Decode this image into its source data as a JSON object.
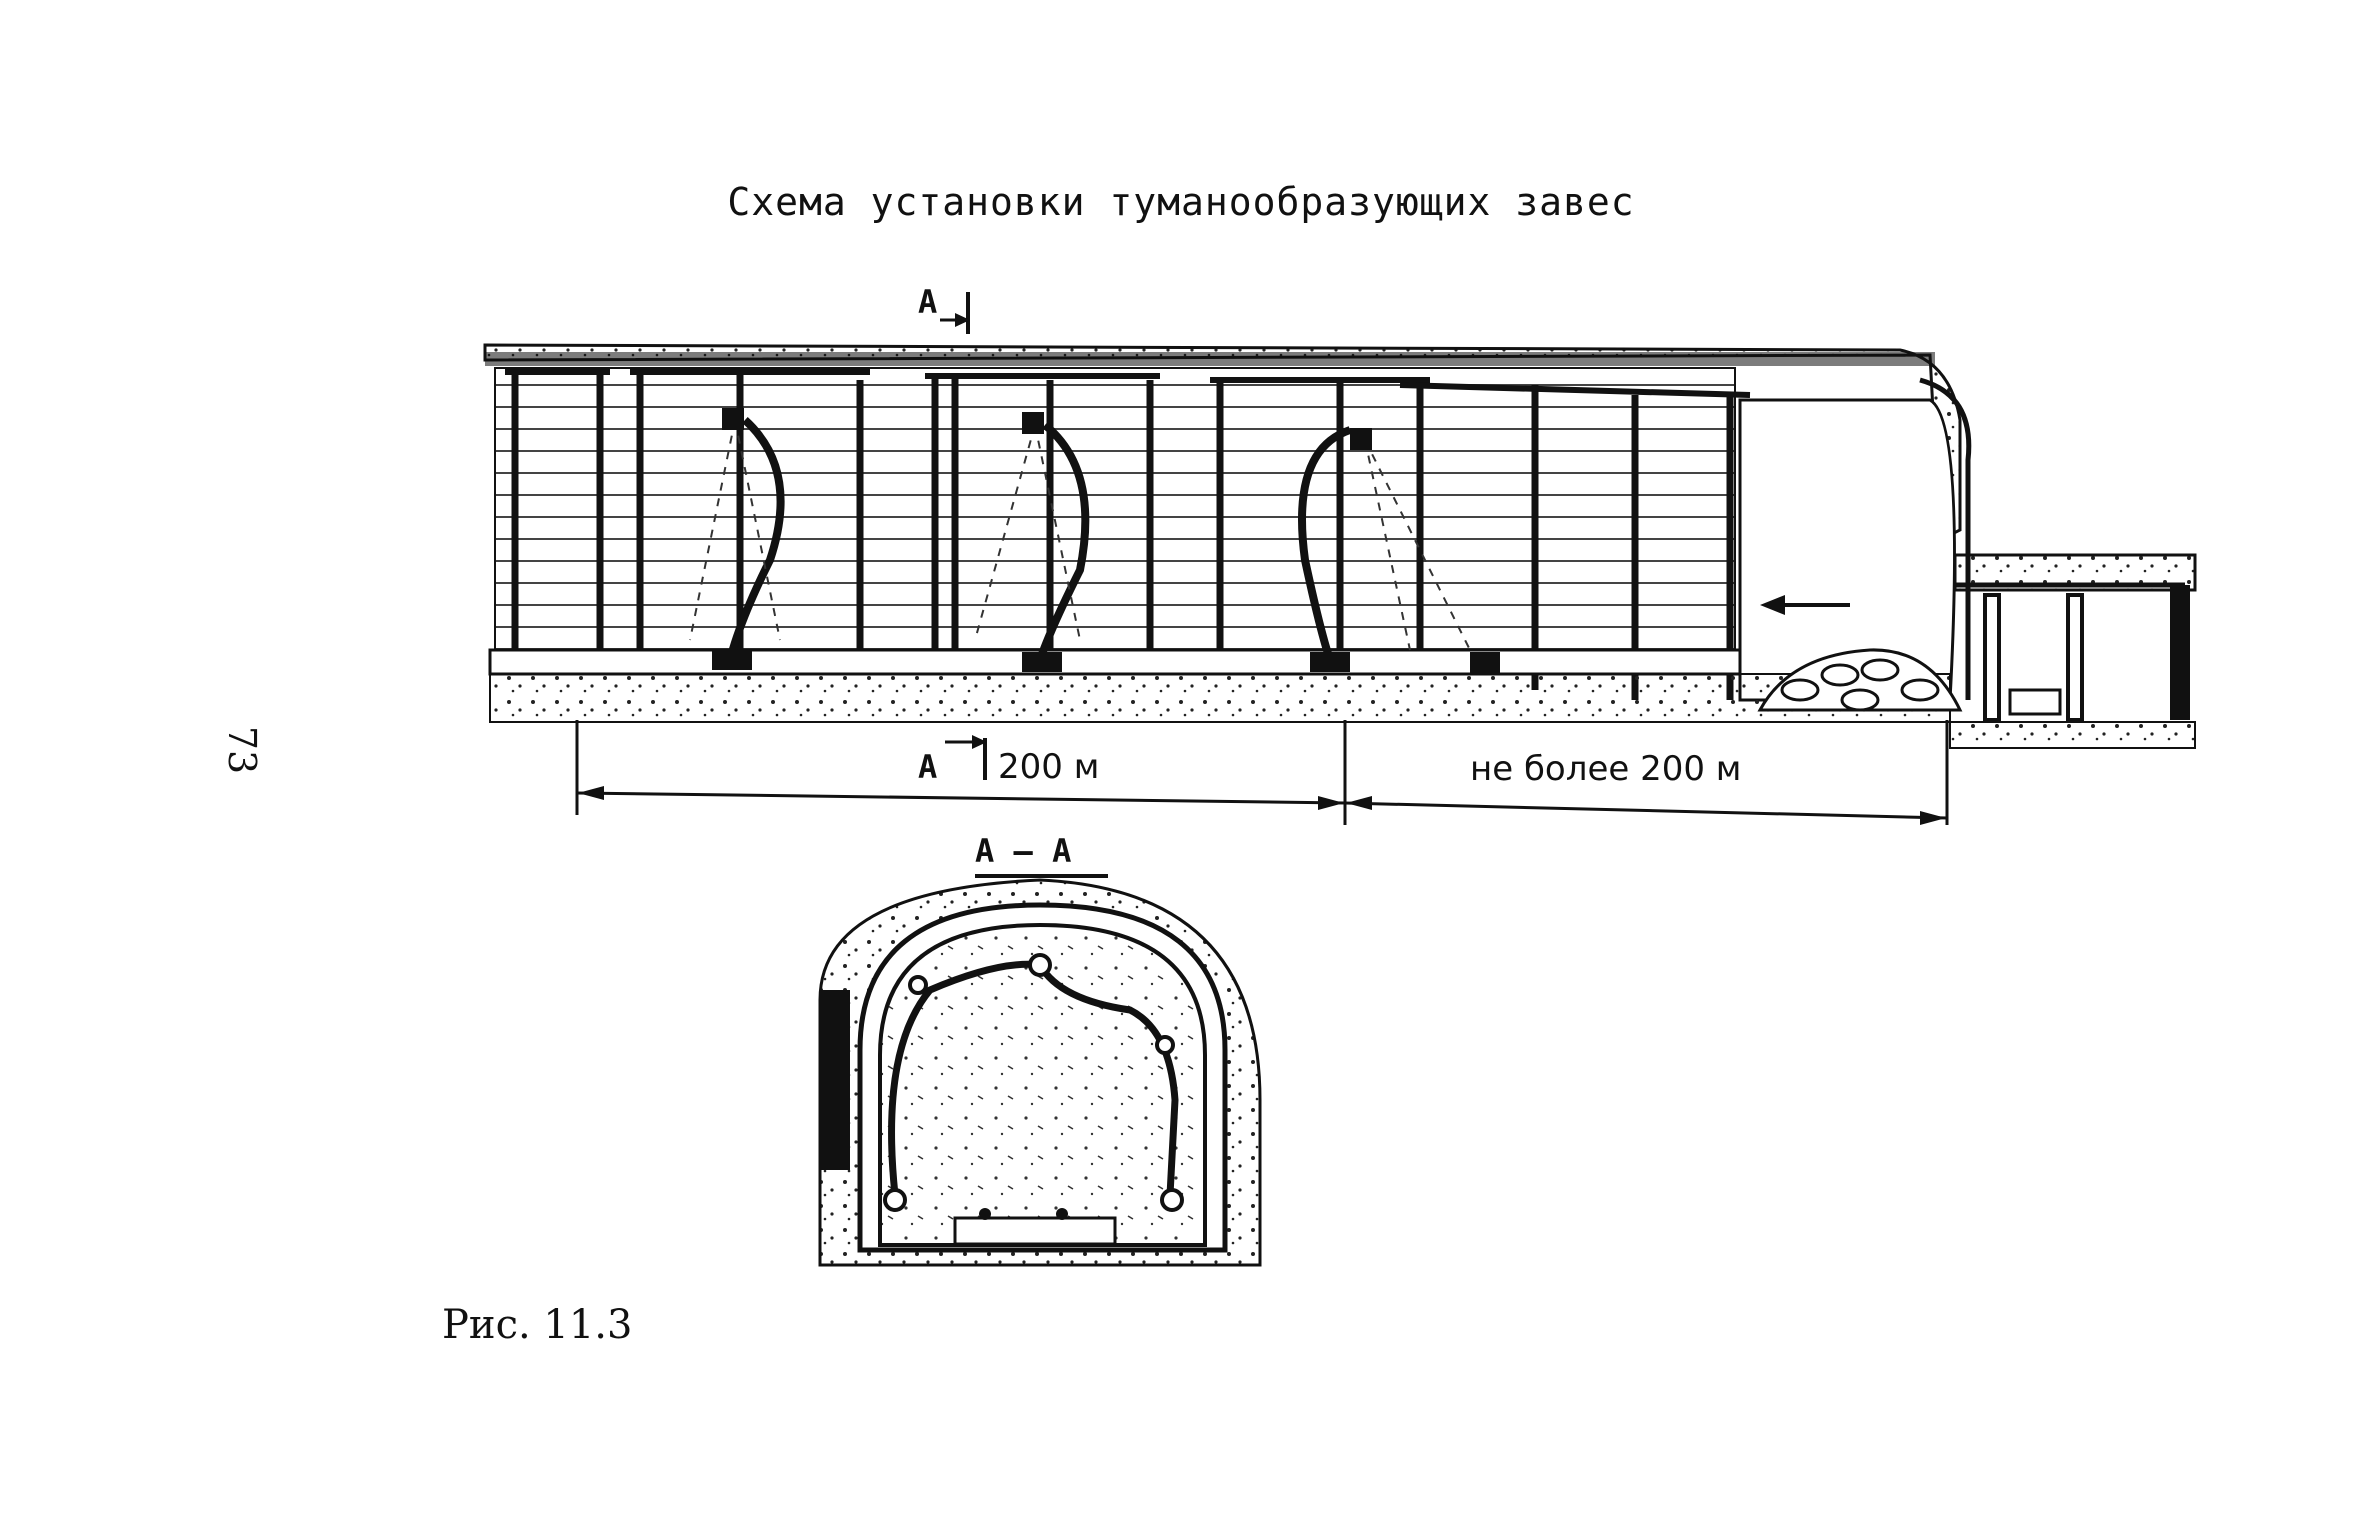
{
  "title": "Схема установки туманообразующих завес",
  "page_number": "73",
  "caption": "Рис. 11.3",
  "labels": {
    "section_mark_top": "А",
    "section_mark_bottom": "А",
    "distance_left": "200 м",
    "distance_right": "не более 200 м",
    "section_title": "А – А"
  },
  "icons": {
    "airflow_arrow": "arrow-left-icon"
  }
}
